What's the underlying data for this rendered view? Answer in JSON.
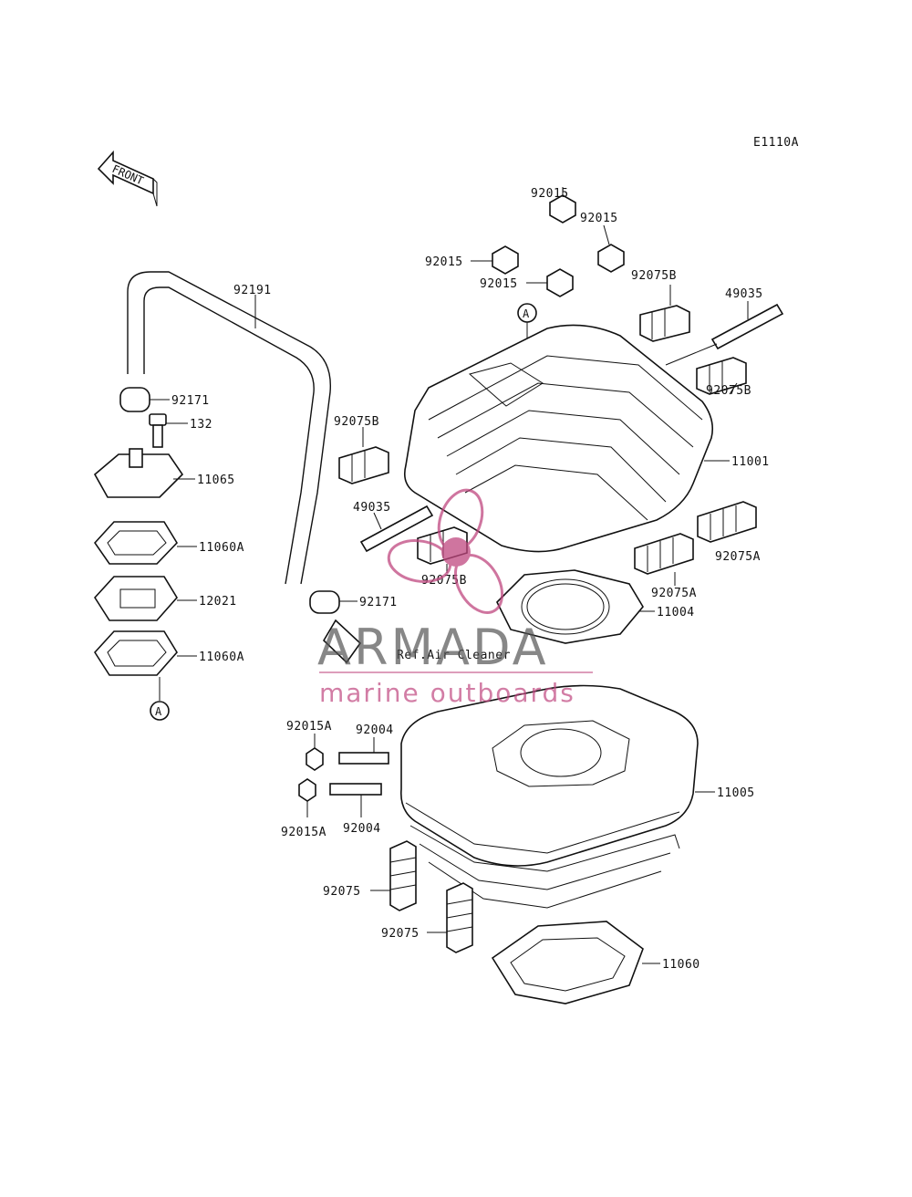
{
  "diagram": {
    "code": "E1110A",
    "front_label": "FRONT",
    "ref_note": "Ref.Air Cleaner",
    "circle_marker": "A",
    "parts": {
      "p92191": "92191",
      "p92171_top": "92171",
      "p132": "132",
      "p11065": "11065",
      "p11060A_top": "11060A",
      "p12021": "12021",
      "p11060A_bot": "11060A",
      "p92171_bot": "92171",
      "p92015_a": "92015",
      "p92015_b": "92015",
      "p92015_c": "92015",
      "p92015_d": "92015",
      "p92075B_a": "92075B",
      "p49035_a": "49035",
      "p92075B_b": "92075B",
      "p92075B_c": "92075B",
      "p11001": "11001",
      "p49035_b": "49035",
      "p92075B_d": "92075B",
      "p92075A_a": "92075A",
      "p92075A_b": "92075A",
      "p11004": "11004",
      "p92015A_a": "92015A",
      "p92004_a": "92004",
      "p92015A_b": "92015A",
      "p92004_b": "92004",
      "p11005": "11005",
      "p92075_a": "92075",
      "p92075_b": "92075",
      "p11060": "11060"
    }
  },
  "watermark": {
    "brand": "ARMADA",
    "tagline": "marine outboards",
    "accent_color": "#c0477f"
  }
}
